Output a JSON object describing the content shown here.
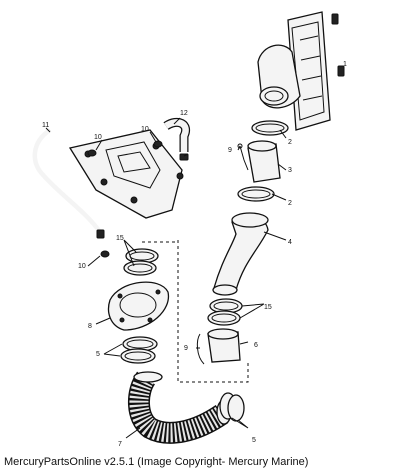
{
  "diagram": {
    "callouts": {
      "c1": "1",
      "c2a": "2",
      "c2b": "2",
      "c3": "3",
      "c4": "4",
      "c5a": "5",
      "c5b": "5",
      "c6": "6",
      "c7": "7",
      "c8": "8",
      "c9a": "9",
      "c9b": "9",
      "c10a": "10",
      "c10b": "10",
      "c10c": "10",
      "c11": "11",
      "c12": "12",
      "c15a": "15",
      "c15b": "15"
    }
  },
  "caption": "MercuryPartsOnline v2.5.1 (Image Copyright- Mercury Marine)"
}
